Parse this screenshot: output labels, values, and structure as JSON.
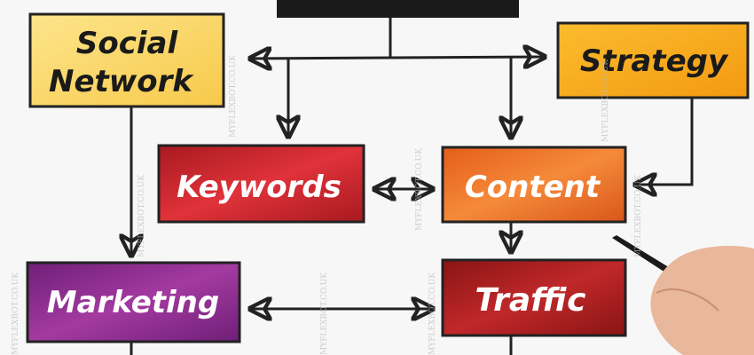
{
  "nodes": {
    "social": {
      "line1": "Social",
      "line2": "Network",
      "color": "#fbd964"
    },
    "strategy": {
      "label": "Strategy",
      "color": "#f9a51c"
    },
    "keywords": {
      "label": "Keywords",
      "color": "#c5232b"
    },
    "content": {
      "label": "Content",
      "color": "#ef7522"
    },
    "marketing": {
      "label": "Marketing",
      "color": "#8a2b8c"
    },
    "traffic": {
      "label": "Traffic",
      "color": "#a81d1e"
    }
  },
  "watermark": "MYFLEXBOT.CO.UK"
}
